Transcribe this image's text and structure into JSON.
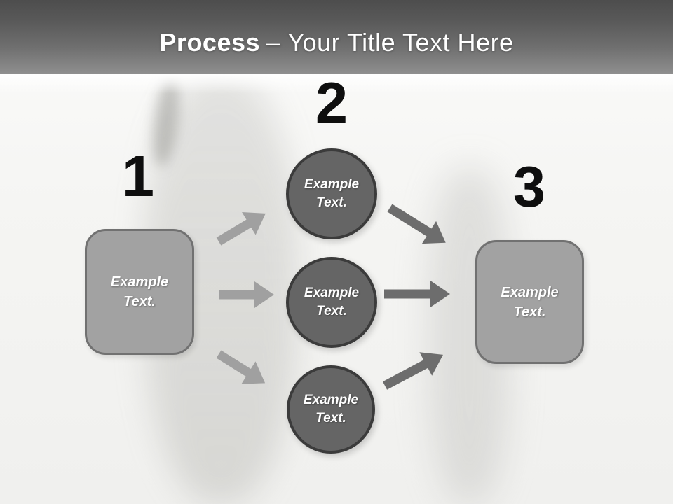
{
  "slide": {
    "header": {
      "title_bold": "Process",
      "title_rest": "– Your Title Text Here"
    },
    "steps": [
      {
        "number": "1"
      },
      {
        "number": "2"
      },
      {
        "number": "3"
      }
    ],
    "nodes": {
      "left_box": {
        "label": "Example Text."
      },
      "circles": [
        {
          "label": "Example Text."
        },
        {
          "label": "Example Text."
        },
        {
          "label": "Example Text."
        }
      ],
      "right_box": {
        "label": "Example Text."
      }
    },
    "colors": {
      "header_top": "#4d4d4d",
      "header_bottom": "#8f8f8f",
      "title_color": "#ffffff",
      "number_color": "#0e0e0e",
      "box_fill": "#a2a2a2",
      "box_border": "#717171",
      "circle_fill": "#656565",
      "circle_border": "#3b3b3b",
      "arrow_light": "#a0a0a0",
      "arrow_dark": "#6d6d6d"
    }
  }
}
